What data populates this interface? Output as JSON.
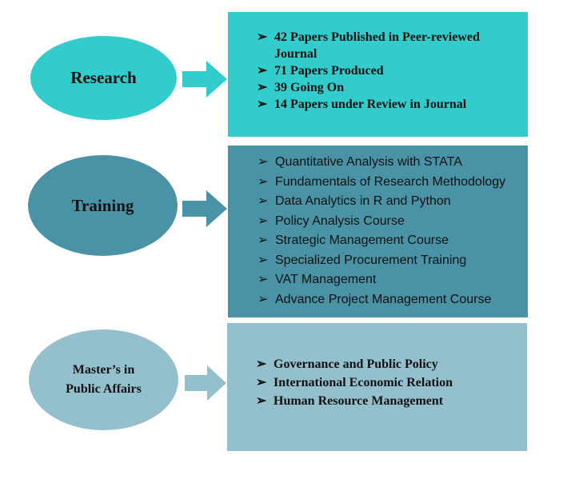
{
  "colors": {
    "research": "#33cccc",
    "training": "#4a93a6",
    "masters": "#93c0cc"
  },
  "bullet_icon": "arrowhead-bullet-icon",
  "arrow_icon": "right-block-arrow-icon",
  "research": {
    "label": "Research",
    "items": [
      "42 Papers Published in Peer-reviewed Journal",
      "71 Papers Produced",
      "39 Going On",
      "14 Papers under Review in Journal"
    ]
  },
  "training": {
    "label": "Training",
    "items": [
      "Quantitative Analysis with STATA",
      "Fundamentals of Research Methodology",
      "Data Analytics in R and Python",
      "Policy Analysis Course",
      "Strategic Management Course",
      "Specialized Procurement Training",
      "VAT Management",
      "Advance Project Management Course"
    ]
  },
  "masters": {
    "label_line1": "Master’s in",
    "label_line2": "Public Affairs",
    "items": [
      "Governance and Public Policy",
      "International Economic Relation",
      "Human Resource Management"
    ]
  }
}
